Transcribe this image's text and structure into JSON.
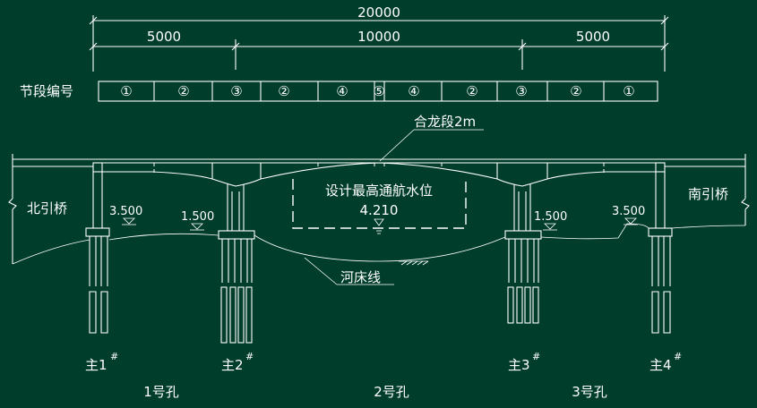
{
  "dimensions": {
    "total": "20000",
    "left_span": "5000",
    "middle_span": "10000",
    "right_span": "5000"
  },
  "segment_table": {
    "header": "节段编号",
    "cells": [
      "①",
      "②",
      "③",
      "②",
      "④",
      "⑤",
      "④",
      "②",
      "③",
      "②",
      "①"
    ]
  },
  "labels": {
    "closure_segment": "合龙段2m",
    "north_approach": "北引桥",
    "south_approach": "南引桥",
    "design_water_level": "设计最高通航水位",
    "design_water_value": "4.210",
    "riverbed_line": "河床线"
  },
  "elevations": {
    "left_outer": "3.500",
    "left_inner": "1.500",
    "right_inner": "1.500",
    "right_outer": "3.500"
  },
  "piers": [
    {
      "label": "主1",
      "sup": "#"
    },
    {
      "label": "主2",
      "sup": "#"
    },
    {
      "label": "主3",
      "sup": "#"
    },
    {
      "label": "主4",
      "sup": "#"
    }
  ],
  "spans": [
    "1号孔",
    "2号孔",
    "3号孔"
  ],
  "colors": {
    "background": "#003d2a",
    "lines": "#ffffff"
  }
}
